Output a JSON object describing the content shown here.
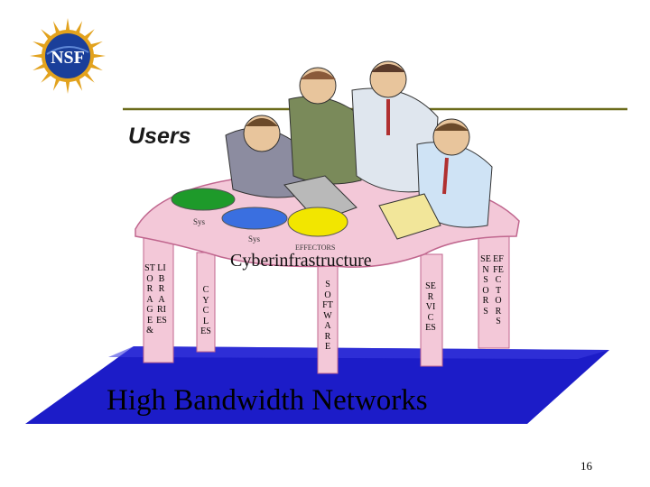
{
  "logo": {
    "text": "NSF"
  },
  "heading": "Users",
  "center_label": "Cyberinfrastructure",
  "network_label": "High Bandwidth Networks",
  "page_number": "16",
  "ovals": [
    {
      "label": "Sys",
      "color": "#1e9a2a"
    },
    {
      "label": "Sys",
      "color": "#3a6fe0"
    },
    {
      "label": "EFFECTORS",
      "color": "#f2e600"
    }
  ],
  "legs": {
    "storage": "STORAGE&",
    "libraries": "LIBRARIES",
    "cycles": "CYCLES",
    "software": "SOFTWARE",
    "services": "SERVICES",
    "sensors": "SENSORS",
    "effectors": "EFFECTORS"
  },
  "colors": {
    "accent_line": "#6b6b1a",
    "heading": "#1a1a1a",
    "table_top": "#f3c8d8",
    "table_edge": "#c0668e",
    "legs": "#f3c8d8",
    "floor": "#1c1cc8",
    "logo_blue": "#1a3f9a",
    "logo_gold": "#e2a21d"
  }
}
